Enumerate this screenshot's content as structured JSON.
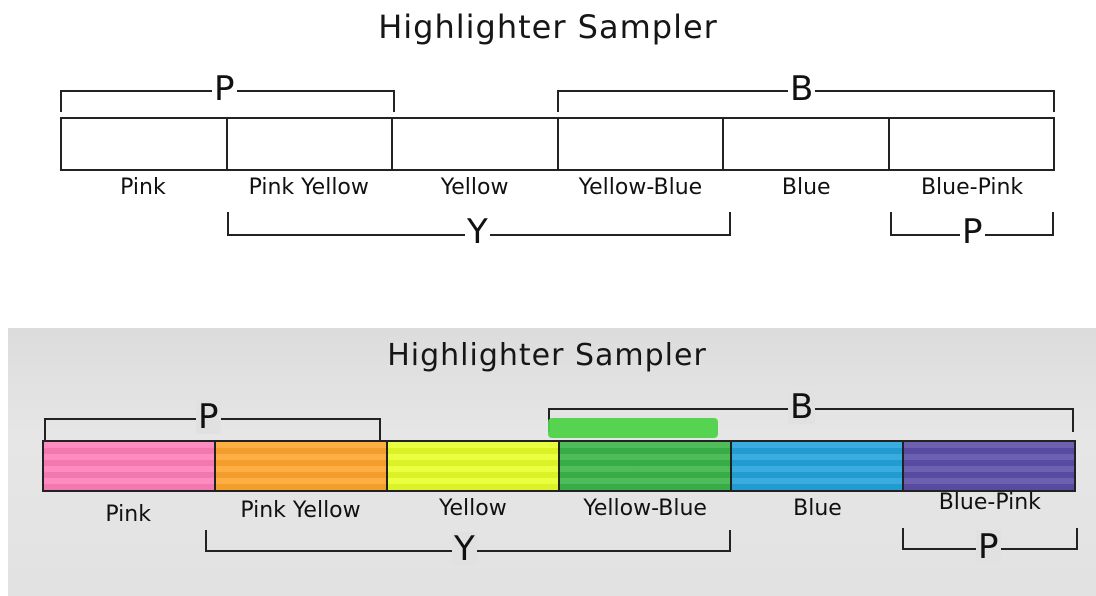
{
  "top": {
    "title": "Highlighter Sampler",
    "swatches": [
      "Pink",
      "Pink Yellow",
      "Yellow",
      "Yellow-Blue",
      "Blue",
      "Blue-Pink"
    ],
    "brackets": {
      "p_top": "P",
      "b_top": "B",
      "y_bottom": "Y",
      "p_bottom": "P"
    }
  },
  "bottom": {
    "title": "Highlighter Sampler",
    "swatches": [
      "Pink",
      "Pink Yellow",
      "Yellow",
      "Yellow-Blue",
      "Blue",
      "Blue-Pink"
    ],
    "brackets": {
      "p_top": "P",
      "b_top": "B",
      "y_bottom": "Y",
      "p_bottom": "P"
    },
    "colors": [
      "#ff7eb9",
      "#ffa52e",
      "#e7ff29",
      "#3bb54a",
      "#24a3dc",
      "#5b4fa8"
    ]
  }
}
